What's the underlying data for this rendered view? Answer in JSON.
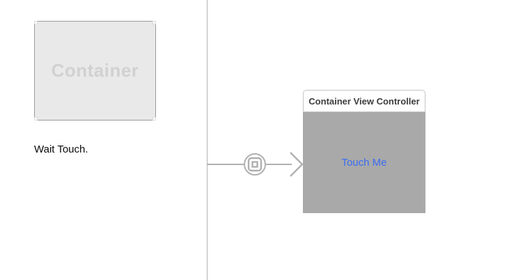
{
  "scene_left": {
    "container_view_label": "Container",
    "caption": "Wait Touch."
  },
  "segue": {
    "kind": "embed-segue",
    "icon": "embed-segue-icon"
  },
  "view_controller": {
    "title": "Container View Controller",
    "button_label": "Touch Me"
  },
  "colors": {
    "container_fill": "#e9e9e9",
    "container_border": "#9a9a9a",
    "container_text": "#d1d1d1",
    "caption_text": "#0a0a0a",
    "divider_gray": "#b3b3b3",
    "segue_gray": "#b0b0b0",
    "vc_header_bg": "#ffffff",
    "vc_header_border": "#c6c6c6",
    "vc_header_text": "#3d3d3d",
    "vc_body_gray": "#a9a9a9",
    "button_blue": "#3c6cf0",
    "canvas_bg": "#ffffff"
  }
}
